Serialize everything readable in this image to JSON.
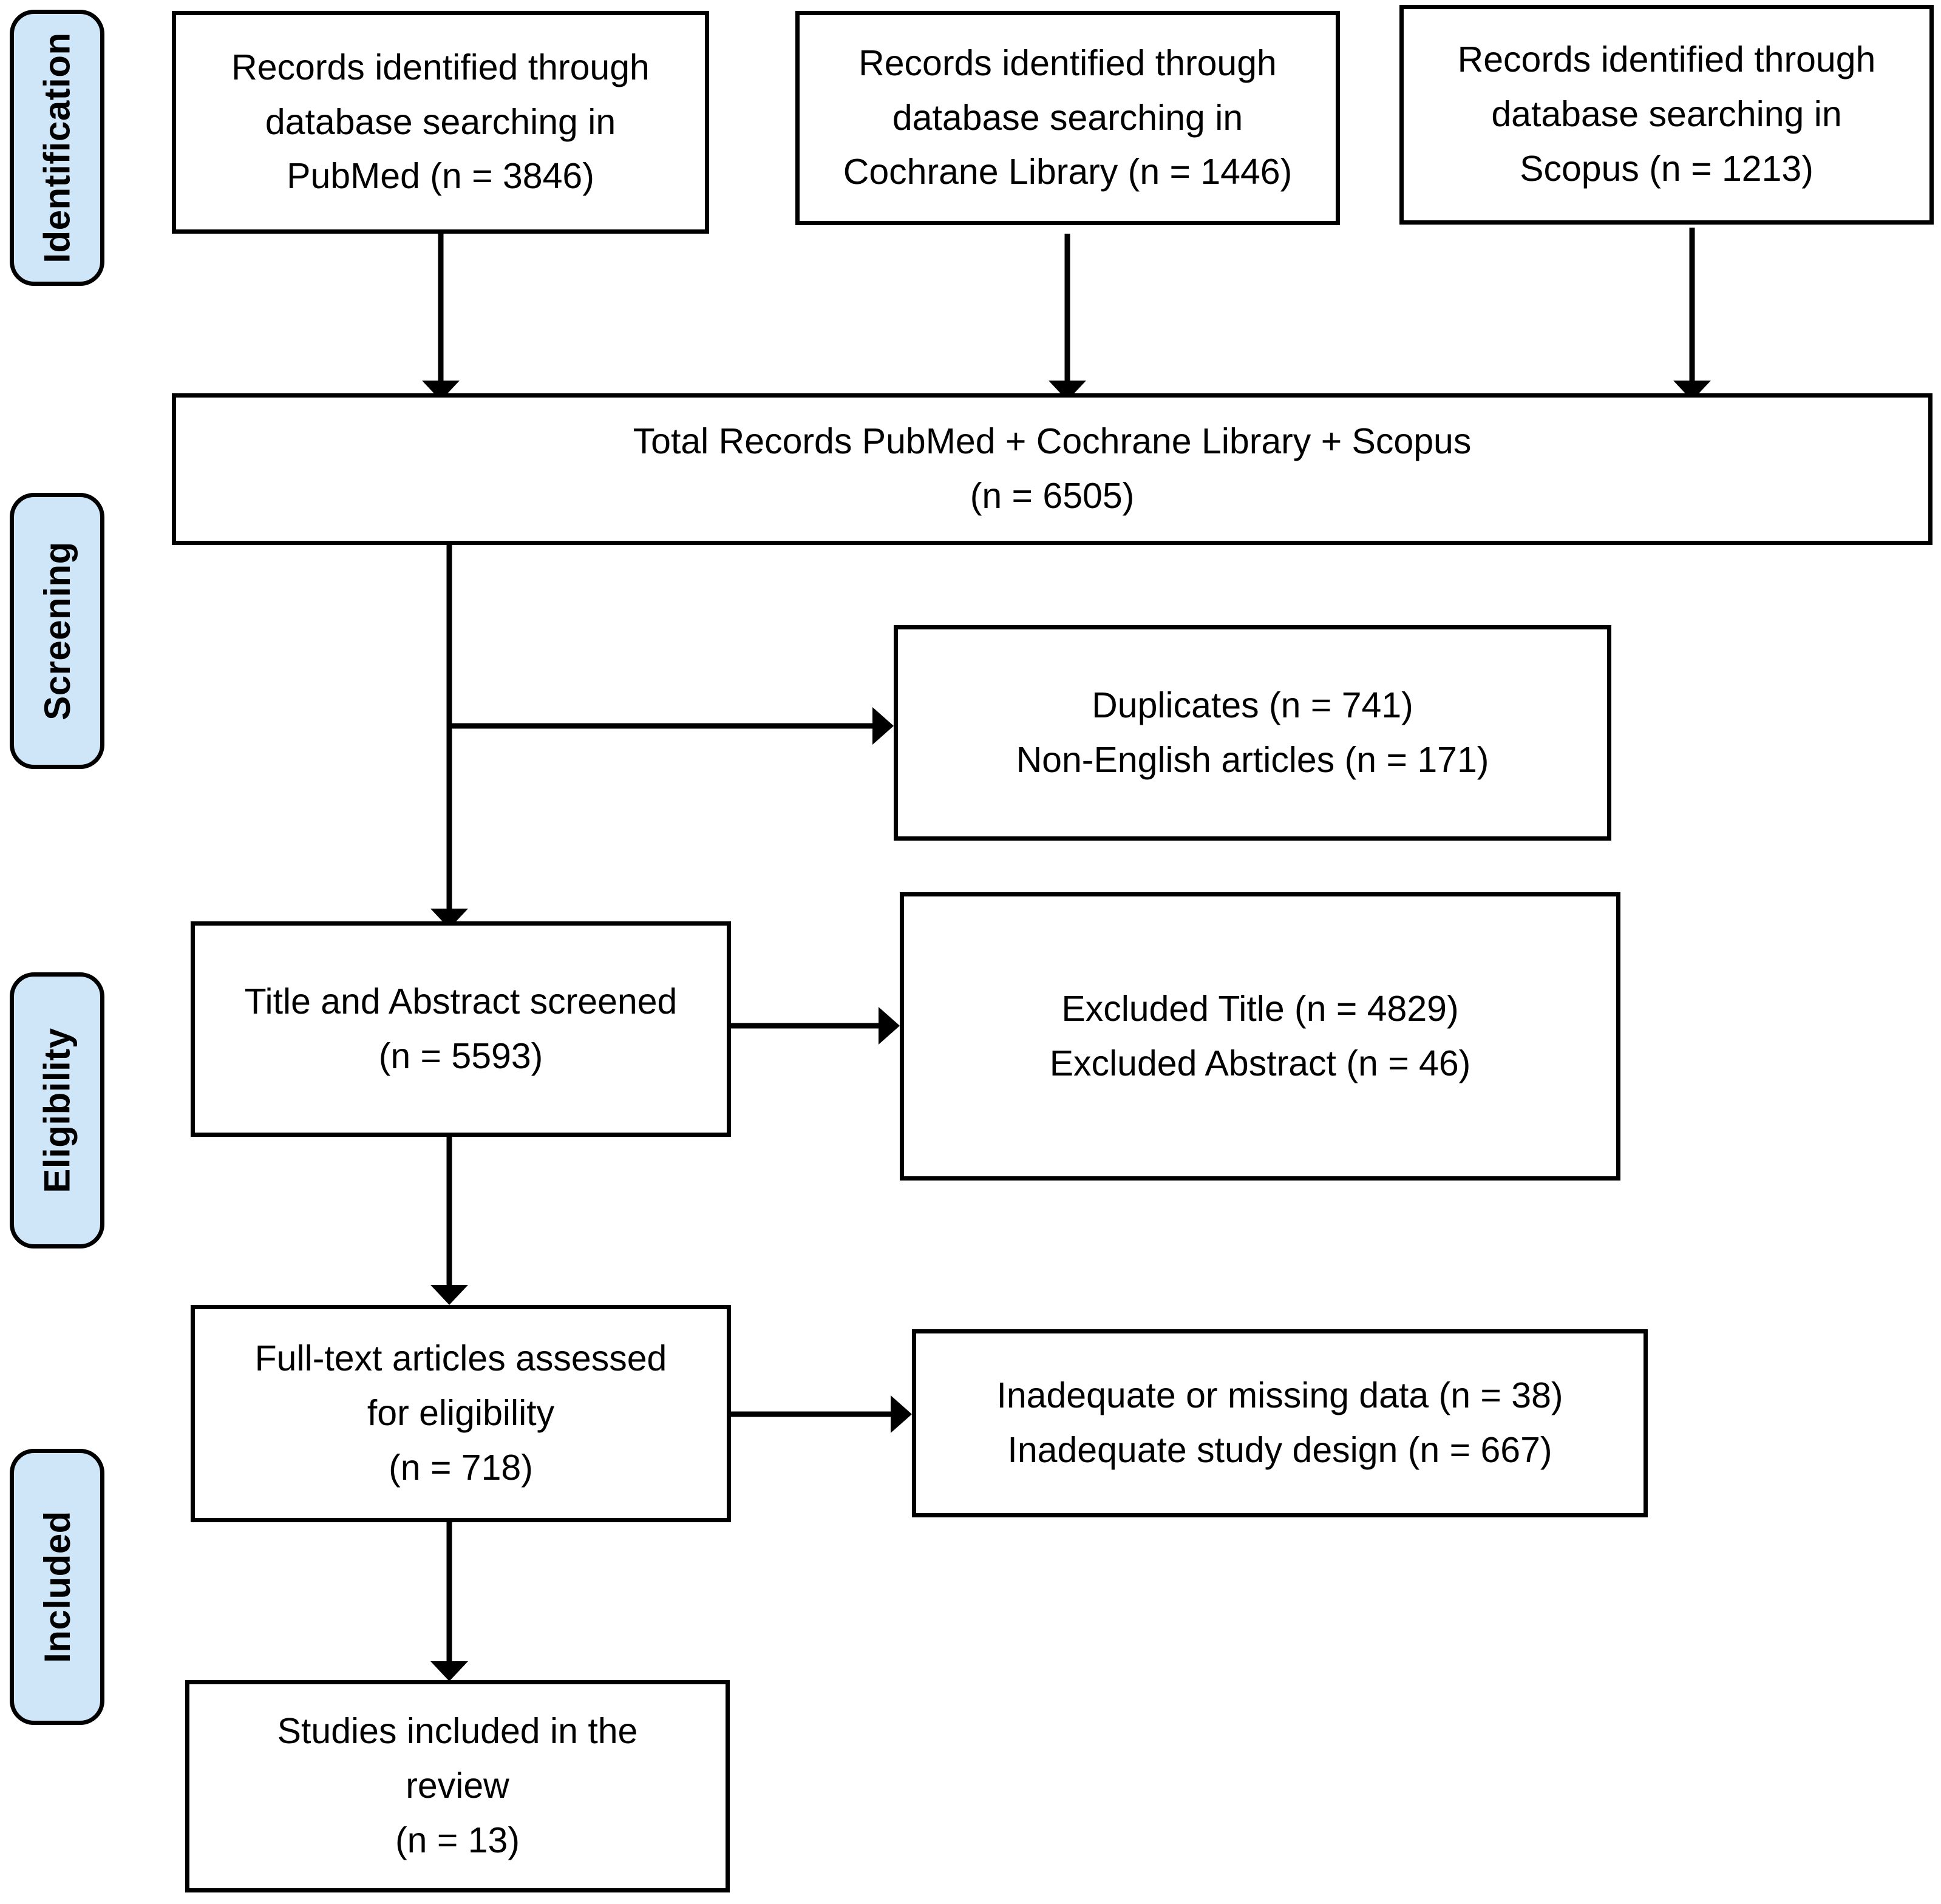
{
  "diagram": {
    "type": "prisma-flow-diagram",
    "stages": [
      {
        "id": "identification",
        "label": "Identification"
      },
      {
        "id": "screening",
        "label": "Screening"
      },
      {
        "id": "eligibility",
        "label": "Eligibility"
      },
      {
        "id": "included",
        "label": "Included"
      }
    ],
    "boxes": {
      "pubmed": {
        "lines": [
          "Records identified through",
          "database searching in",
          "PubMed (n = 3846)"
        ]
      },
      "cochrane": {
        "lines": [
          "Records identified through",
          "database searching in",
          "Cochrane Library (n = 1446)"
        ]
      },
      "scopus": {
        "lines": [
          "Records identified through",
          "database searching in",
          "Scopus (n = 1213)"
        ]
      },
      "total_records": {
        "lines": [
          "Total Records PubMed + Cochrane Library + Scopus",
          "(n = 6505)"
        ]
      },
      "removed": {
        "lines": [
          "Duplicates (n = 741)",
          "Non-English articles (n = 171)"
        ]
      },
      "title_abstract_screened": {
        "lines": [
          "Title and Abstract screened",
          "(n = 5593)"
        ]
      },
      "excluded_title_abstract": {
        "lines": [
          "Excluded Title (n = 4829)",
          "Excluded Abstract (n = 46)"
        ]
      },
      "fulltext_assessed": {
        "lines": [
          "Full-text articles assessed",
          "for eligibility",
          "(n = 718)"
        ]
      },
      "excluded_fulltext": {
        "lines": [
          "Inadequate or missing data (n = 38)",
          "Inadequate study design (n = 667)"
        ]
      },
      "studies_included": {
        "lines": [
          "Studies included in the",
          "review",
          "(n = 13)"
        ]
      }
    },
    "colors": {
      "stage_fill": "#cfe5f8",
      "stroke": "#000000",
      "box_fill": "#ffffff",
      "text": "#000000"
    },
    "counts": {
      "pubmed": 3846,
      "cochrane_library": 1446,
      "scopus": 1213,
      "total_records": 6505,
      "duplicates": 741,
      "non_english_articles": 171,
      "title_abstract_screened": 5593,
      "excluded_title": 4829,
      "excluded_abstract": 46,
      "fulltext_assessed": 718,
      "inadequate_or_missing_data": 38,
      "inadequate_study_design": 667,
      "studies_included": 13
    }
  }
}
